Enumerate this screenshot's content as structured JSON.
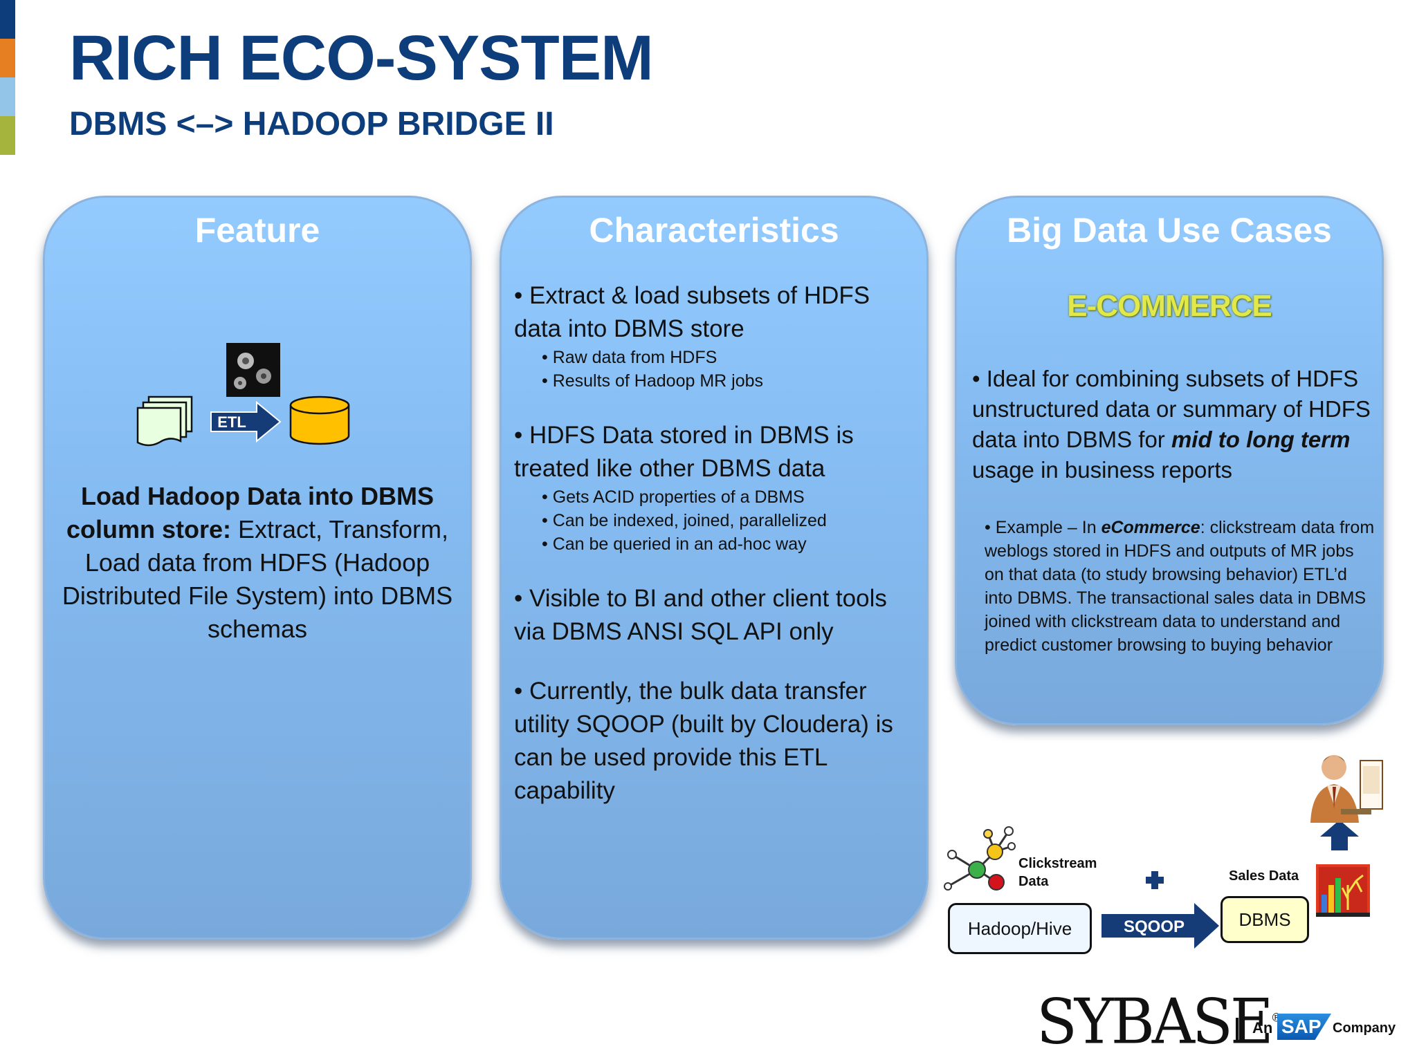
{
  "colors": {
    "stripe": [
      "#0d3d7a",
      "#e67e22",
      "#93c5e8",
      "#a4b43c"
    ],
    "title": "#0d3d7a",
    "ecommerce": "#e3e84a"
  },
  "header": {
    "title": "RICH ECO-SYSTEM",
    "subtitle": "DBMS <–> HADOOP BRIDGE II"
  },
  "feature": {
    "heading": "Feature",
    "etl_label": "ETL",
    "text_bold": "Load Hadoop Data into DBMS column store:",
    "text_rest": "  Extract, Transform, Load data from HDFS (Hadoop Distributed File System) into DBMS schemas"
  },
  "characteristics": {
    "heading": "Characteristics",
    "b1": "• Extract & load subsets of HDFS data into DBMS store",
    "b1_s1": "• Raw data from HDFS",
    "b1_s2": "• Results of Hadoop MR jobs",
    "b2": "• HDFS Data stored in DBMS is treated like other DBMS data",
    "b2_s1": "• Gets ACID properties of a DBMS",
    "b2_s2": "• Can be indexed, joined, parallelized",
    "b2_s3": "• Can be queried in an ad-hoc way",
    "b3": "• Visible to BI and other client tools via DBMS ANSI SQL API only",
    "b4": "• Currently, the bulk data transfer utility SQOOP (built by Cloudera) is can be used provide this ETL capability"
  },
  "use_cases": {
    "heading": "Big Data Use Cases",
    "tag": "E-COMMERCE",
    "main_a": "• Ideal for combining subsets of HDFS unstructured data or summary of HDFS data  into DBMS for ",
    "main_em": "mid to long term",
    "main_b": " usage in business reports",
    "ex_a": "• Example –  In ",
    "ex_em": "eCommerce",
    "ex_b": ": clickstream data from weblogs stored in HDFS and outputs of MR jobs on that data (to study browsing behavior)  ETL’d into DBMS. The transactional sales data in DBMS joined with clickstream data to understand and predict  customer browsing to buying behavior"
  },
  "flow": {
    "clickstream_line1": "Clickstream",
    "clickstream_line2": "Data",
    "hadoop_box": "Hadoop/Hive",
    "sqoop": "SQOOP",
    "sales_data": "Sales Data",
    "dbms_box": "DBMS"
  },
  "footer": {
    "logo": "SYBASE",
    "logo_mark": "®",
    "an": "An",
    "sap": "SAP",
    "company": "Company"
  }
}
